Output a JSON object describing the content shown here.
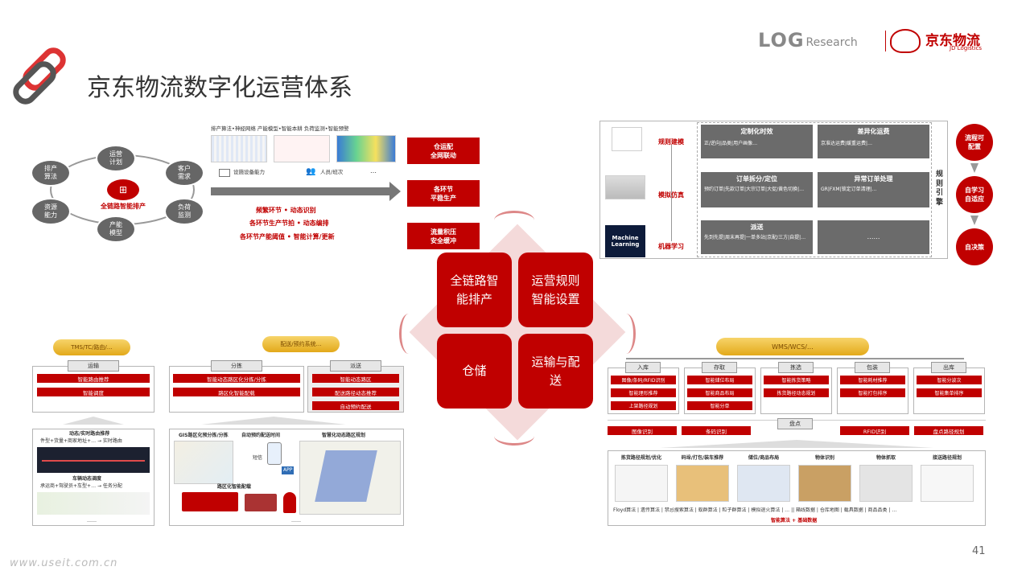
{
  "header": {
    "title": "京东物流数字化运营体系",
    "logo_log": "LOG",
    "logo_research": "Research",
    "logo_jd": "京东物流",
    "logo_jd_en": "JD Logistics"
  },
  "page_number": "41",
  "watermark": "www.useit.com.cn",
  "top_left": {
    "center_label": "全链路智能排产",
    "nodes": [
      "运营\n计划",
      "客户\n需求",
      "负荷\n监测",
      "产能\n模型",
      "资源\n能力",
      "排产\n算法"
    ],
    "tools_row": "排产算法•神经网络  产能模型•智能本耕  负荷监测•智能预警",
    "equip": "设施设备能力",
    "people": "人员/班次",
    "more": "…",
    "lines": [
      "频繁环节 • 动态识别",
      "各环节生产节拍 • 动态编排",
      "各环节产能阈值 • 智能计算/更新"
    ],
    "outputs": [
      "仓运配\n全网联动",
      "各环节\n平稳生产",
      "流量积压\n安全缓冲"
    ]
  },
  "center": {
    "q1": "全链路智\n能排产",
    "q2": "运营规则\n智能设置",
    "q3": "仓储",
    "q4": "运输与配\n送"
  },
  "top_right": {
    "rows": [
      "规则建模",
      "模拟仿真",
      "机器学习"
    ],
    "cards": [
      {
        "title": "定制化时效",
        "sub": "正/逆向|品类|用户画像…"
      },
      {
        "title": "差异化运费",
        "sub": "京准达运费|缓重运费|…"
      },
      {
        "title": "订单拆分/定位",
        "sub": "预约订单|先款订单|大宗订单|大促/黄色切换|…"
      },
      {
        "title": "异常订单处理",
        "sub": "GR|FXM|锁定订单清理|…"
      },
      {
        "title": "派送",
        "sub": "先到先提|周末再提|一单多站|京配/三方|自提|…"
      },
      {
        "title": "……",
        "sub": ""
      }
    ],
    "engine": "规\n则\n引\n擎",
    "ml_label": "Machine\nLearning",
    "flow": [
      "流程可\n配置",
      "自学习\n自适应",
      "自决策"
    ]
  },
  "bottom_left": {
    "pill1": "TMS/TC/路由/…",
    "pill2": "配送/预约系统…",
    "transport": "运输",
    "transport_items": [
      "智能路由推荐",
      "智能调度"
    ],
    "sort": "分拣",
    "sort_items": [
      "智能动态路区化分拣/分拣",
      "路区化智能配载"
    ],
    "delivery": "派送",
    "delivery_items": [
      "智能动态路区",
      "配送路径动态推荐",
      "自动预约配送"
    ],
    "map1_title": "动态/实时路由推荐",
    "map1_sub": "件型+货量+商家地址+… → 实时路由",
    "map2_title": "车辆动态调度",
    "map2_sub": "承运商+驾驶员+车型+… → 任务分配",
    "ellipsis": "……",
    "gis": "GIS路区化预分拣/分拣",
    "auto_time": "自动预约配送时间",
    "sms": "短信",
    "app": "APP",
    "dynamic_zone": "智慧化动态路区规划",
    "zone_load": "路区化智能配载"
  },
  "bottom_right": {
    "pill": "WMS/WCS/…",
    "cols": [
      {
        "title": "入库",
        "items": [
          "图像/条码/RFID识别",
          "智能理形推荐",
          "上架路径规划"
        ]
      },
      {
        "title": "存取",
        "items": [
          "智能储位布局",
          "智能商品布局",
          "智能分单"
        ]
      },
      {
        "title": "拣选",
        "items": [
          "智能拣货策略",
          "拣货路径动态规划"
        ]
      },
      {
        "title": "包装",
        "items": [
          "智能耗材推荐",
          "智能打包排序"
        ]
      },
      {
        "title": "出库",
        "items": [
          "智能分波次",
          "智能集单排序"
        ]
      }
    ],
    "inventory": "盘点",
    "inv_items": [
      "图像识别",
      "条码识别",
      "RFID识别",
      "盘点路径规划"
    ],
    "algos_titles": [
      "拣货路径规划/优化",
      "码垛/打包/装车推荐",
      "储位/商品布局",
      "物体识别",
      "物体抓取",
      "接送路径规划"
    ],
    "algos_bottom": "Floyd算法 | 遗传算法 | 禁忌搜索算法 | 蚁群算法 | 粒子群算法 | 模拟退火算法 | … || 箱线数据 | 仓库地图 | 载具数据 | 商品品类 | …",
    "footer": "智能算法 + 基础数据"
  }
}
